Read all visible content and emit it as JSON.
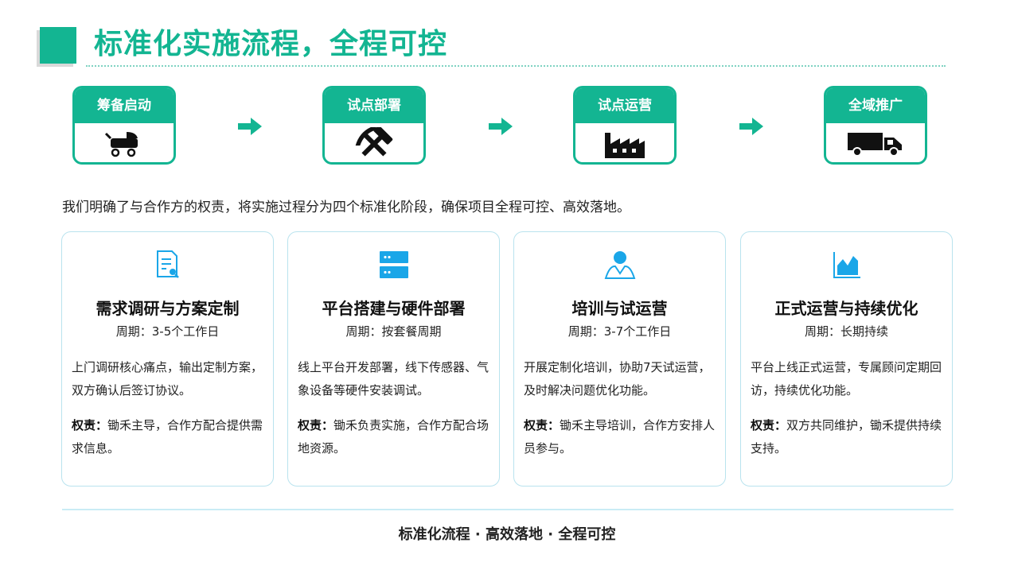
{
  "title": "标准化实施流程，全程可控",
  "steps": [
    {
      "label": "筹备启动",
      "icon": "stroller-icon"
    },
    {
      "label": "试点部署",
      "icon": "hammer-pick-icon"
    },
    {
      "label": "试点运营",
      "icon": "factory-icon"
    },
    {
      "label": "全域推广",
      "icon": "truck-icon"
    }
  ],
  "intro": "我们明确了与合作方的权责，将实施过程分为四个标准化阶段，确保项目全程可控、高效落地。",
  "cards": [
    {
      "icon": "document-search-icon",
      "title": "需求调研与方案定制",
      "period": "周期：3-5个工作日",
      "desc": "上门调研核心痛点，输出定制方案，双方确认后签订协议。",
      "resp_label": "权责：",
      "resp": "锄禾主导，合作方配合提供需求信息。"
    },
    {
      "icon": "server-icon",
      "title": "平台搭建与硬件部署",
      "period": "周期：按套餐周期",
      "desc": "线上平台开发部署，线下传感器、气象设备等硬件安装调试。",
      "resp_label": "权责：",
      "resp": "锄禾负责实施，合作方配合场地资源。"
    },
    {
      "icon": "user-icon",
      "title": "培训与试运营",
      "period": "周期：3-7个工作日",
      "desc": "开展定制化培训，协助7天试运营，及时解决问题优化功能。",
      "resp_label": "权责：",
      "resp": "锄禾主导培训，合作方安排人员参与。"
    },
    {
      "icon": "area-chart-icon",
      "title": "正式运营与持续优化",
      "period": "周期：长期持续",
      "desc": "平台上线正式运营，专属顾问定期回访，持续优化功能。",
      "resp_label": "权责：",
      "resp": "双方共同维护，锄禾提供持续支持。"
    }
  ],
  "footer": "标准化流程 · 高效落地 · 全程可控",
  "colors": {
    "accent": "#13b592",
    "icon_blue": "#1aa6e8",
    "card_border": "#b9e3ee"
  }
}
